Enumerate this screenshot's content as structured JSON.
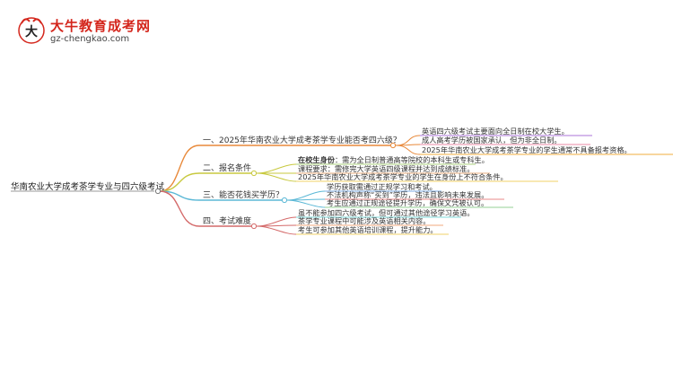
{
  "header": {
    "brand_title": "大牛教育成考网",
    "brand_url": "gz-chengkao.com"
  },
  "mindmap": {
    "root": "华南农业大学成考茶学专业与四六级考试",
    "branches": [
      {
        "label": "一、2025年华南农业大学成考茶学专业能否考四六级？",
        "color": "#e8893a",
        "leaves": [
          {
            "text": "英语四六级考试主要面向全日制在校大学生。",
            "underline": "#c7a2e6"
          },
          {
            "text": "成人高考学历被国家承认，但为非全日制。",
            "underline": "#f0b0c4"
          },
          {
            "text": "2025年华南农业大学成考茶学专业的学生通常不具备报考资格。",
            "underline": "#f5c97f"
          }
        ]
      },
      {
        "label": "二、报名条件",
        "color": "#c8c93f",
        "leaves": [
          {
            "bold": "在校生身份",
            "text": "：需为全日制普通高等院校的本科生或专科生。",
            "underline": "#c7e0a8"
          },
          {
            "bold": "",
            "text": "课程要求：需修完大学英语四级课程并达到成绩标准。",
            "underline": "#f0c8a8"
          },
          {
            "bold": "",
            "text": "2025年华南农业大学成考茶学专业的学生在身份上不符合条件。",
            "underline": "#f5e19a"
          }
        ]
      },
      {
        "label": "三、能否花钱买学历？",
        "color": "#5bb8d6",
        "leaves": [
          {
            "text": "学历获取需通过正规学习和考试。",
            "underline": "#a8c8ee"
          },
          {
            "text": "不法机构声称“买到”学历，违法且影响未来发展。",
            "underline": "#f0b0b0"
          },
          {
            "text": "考生应通过正规途径提升学历，确保文凭被认可。",
            "underline": "#b8e0b8"
          }
        ]
      },
      {
        "label": "四、考试难度",
        "color": "#d46a6a",
        "leaves": [
          {
            "text": "虽不能参加四六级考试，但可通过其他途径学习英语。",
            "underline": "#a8e6e6"
          },
          {
            "text": "茶学专业课程中可能涉及英语相关内容。",
            "underline": "#f5c6a8"
          },
          {
            "text": "考生可参加其他英语培训课程，提升能力。",
            "underline": "#f5e19a"
          }
        ]
      }
    ]
  }
}
